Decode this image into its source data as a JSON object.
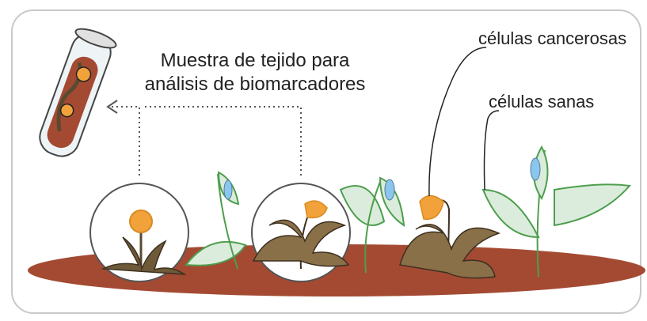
{
  "labels": {
    "sample_line1": "Muestra de tejido para",
    "sample_line2": "análisis de biomarcadores",
    "cancer_cells": "células cancerosas",
    "healthy_cells": "células sanas"
  },
  "colors": {
    "soil": "#a44a33",
    "healthy_leaf": "#dcecdc",
    "leaf_outline": "#4d9e4d",
    "diseased_leaf": "#8a7048",
    "cancer_flower": "#f2a23a",
    "healthy_bud": "#8cc6ec",
    "frame": "#c9c9c9"
  },
  "icons": {
    "test_tube": "test-tube-icon",
    "arrow": "dotted-arrow-icon"
  }
}
